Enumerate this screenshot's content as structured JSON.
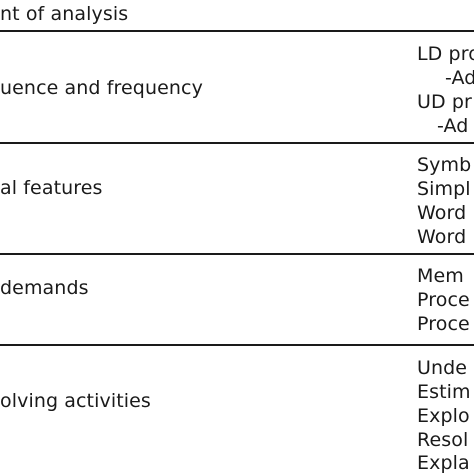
{
  "table": {
    "header": {
      "col1": "nt of analysis"
    },
    "rows": [
      {
        "label": "uence and frequency",
        "items": [
          "LD pro",
          "-Ad",
          "UD pr",
          "-Ad"
        ]
      },
      {
        "label": "al features",
        "items": [
          "Symb",
          "Simpl",
          "Word",
          "Word"
        ]
      },
      {
        "label": "demands",
        "items": [
          "Mem",
          "Proce",
          "Proce"
        ]
      },
      {
        "label": "olving activities",
        "items": [
          "Unde",
          "Estim",
          "Explo",
          "Resol",
          "Expla"
        ]
      }
    ]
  }
}
